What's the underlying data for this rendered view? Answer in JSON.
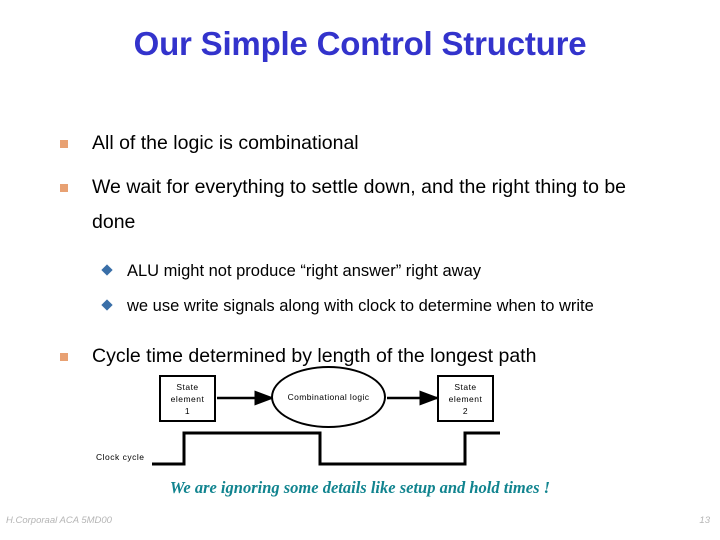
{
  "slide": {
    "title": "Our Simple Control Structure",
    "title_color": "#3333CC",
    "background": "#FFFFFF",
    "bullet_square_color": "#E8A173",
    "bullet_diamond_color": "#3A6FA8"
  },
  "bullets": [
    {
      "level": 1,
      "text": "All of the logic is combinational",
      "marker": "square-bullet"
    },
    {
      "level": 1,
      "text": "We wait for everything to settle down, and the right thing to be done",
      "marker": "square-bullet"
    },
    {
      "level": 2,
      "text": "ALU might not produce “right answer” right away",
      "marker": "diamond-bullet"
    },
    {
      "level": 2,
      "text": "we use write signals along with clock to determine when to write",
      "marker": "diamond-bullet"
    },
    {
      "level": 1,
      "text": "Cycle time determined by length of the longest path",
      "marker": "square-bullet"
    }
  ],
  "diagram": {
    "box1": {
      "line1": "State",
      "line2": "element",
      "line3": "1"
    },
    "box2": {
      "line1": "State",
      "line2": "element",
      "line3": "2"
    },
    "ellipse_label": "Combinational logic",
    "clock_label": "Clock cycle",
    "stroke_color": "#000000"
  },
  "note": {
    "text": "We are ignoring some details like setup and hold times !",
    "color": "#11848F"
  },
  "footer": {
    "attribution": "H.Corporaal  ACA 5MD00",
    "page_number": "13",
    "color": "#B5B5B5"
  }
}
